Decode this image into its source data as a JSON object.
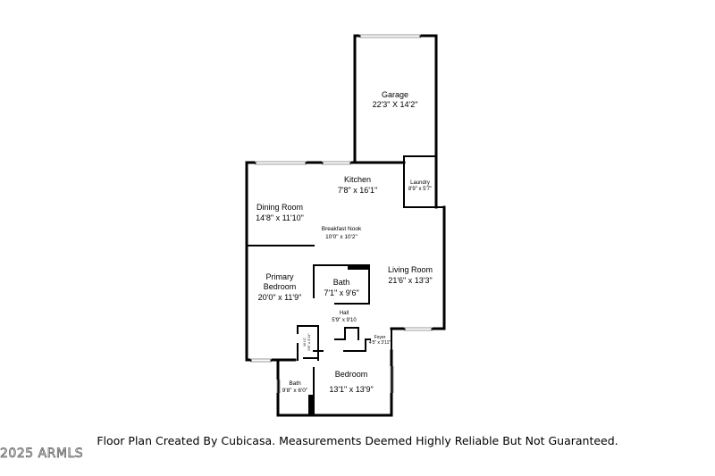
{
  "rooms": {
    "garage": {
      "name": "Garage",
      "dims": "22'3\" X 14'2\""
    },
    "kitchen": {
      "name": "Kitchen",
      "dims": "7'8\" x 16'1\""
    },
    "laundry": {
      "name": "Laundry",
      "dims": "8'9\" x 5'7\""
    },
    "dining_room": {
      "name": "Dining Room",
      "dims": "14'8\" x 11'10\""
    },
    "breakfast_nook": {
      "name": "Breakfast Nook",
      "dims": "10'0\" x 10'2\""
    },
    "living_room": {
      "name": "Living Room",
      "dims": "21'6\" x 13'3\""
    },
    "primary_bedroom": {
      "name_line1": "Primary",
      "name_line2": "Bedroom",
      "dims": "20'0\" x 11'9\""
    },
    "bath_main": {
      "name": "Bath",
      "dims": "7'1\" x 9'6\""
    },
    "hall": {
      "name": "Hall",
      "dims": "5'9\" x 9'10"
    },
    "wic": {
      "name": "W.I.C",
      "dims": "2'8\" x 3'11\""
    },
    "foyer": {
      "name": "Foyer",
      "dims": "4'5\" x 3'11\""
    },
    "bedroom": {
      "name": "Bedroom",
      "dims": "13'1\" x 13'9\""
    },
    "bath_small": {
      "name": "Bath",
      "dims": "9'8\" x 6'0\""
    }
  },
  "footer_note": "Floor Plan Created By Cubicasa. Measurements Deemed Highly Reliable But Not Guaranteed.",
  "copyright": "2025 ARMLS"
}
